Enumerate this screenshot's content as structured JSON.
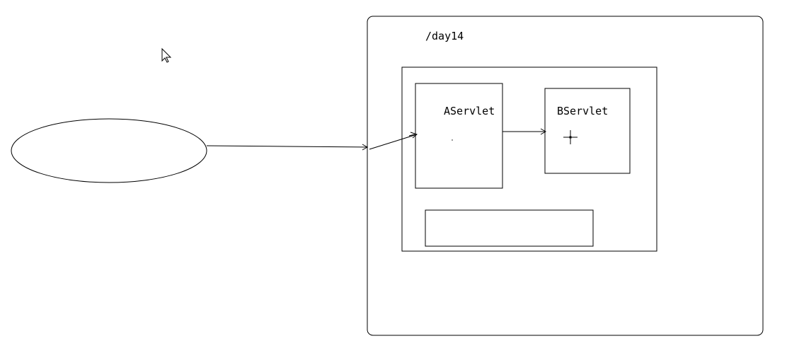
{
  "diagram": {
    "app_label": "/day14",
    "servlet_a_label": "AServlet",
    "servlet_b_label": "BServlet",
    "stroke_color": "#000000",
    "background_color": "#ffffff"
  },
  "icons": {
    "cursor": "mouse-pointer-icon",
    "crosshair": "crosshair-cursor-icon"
  }
}
